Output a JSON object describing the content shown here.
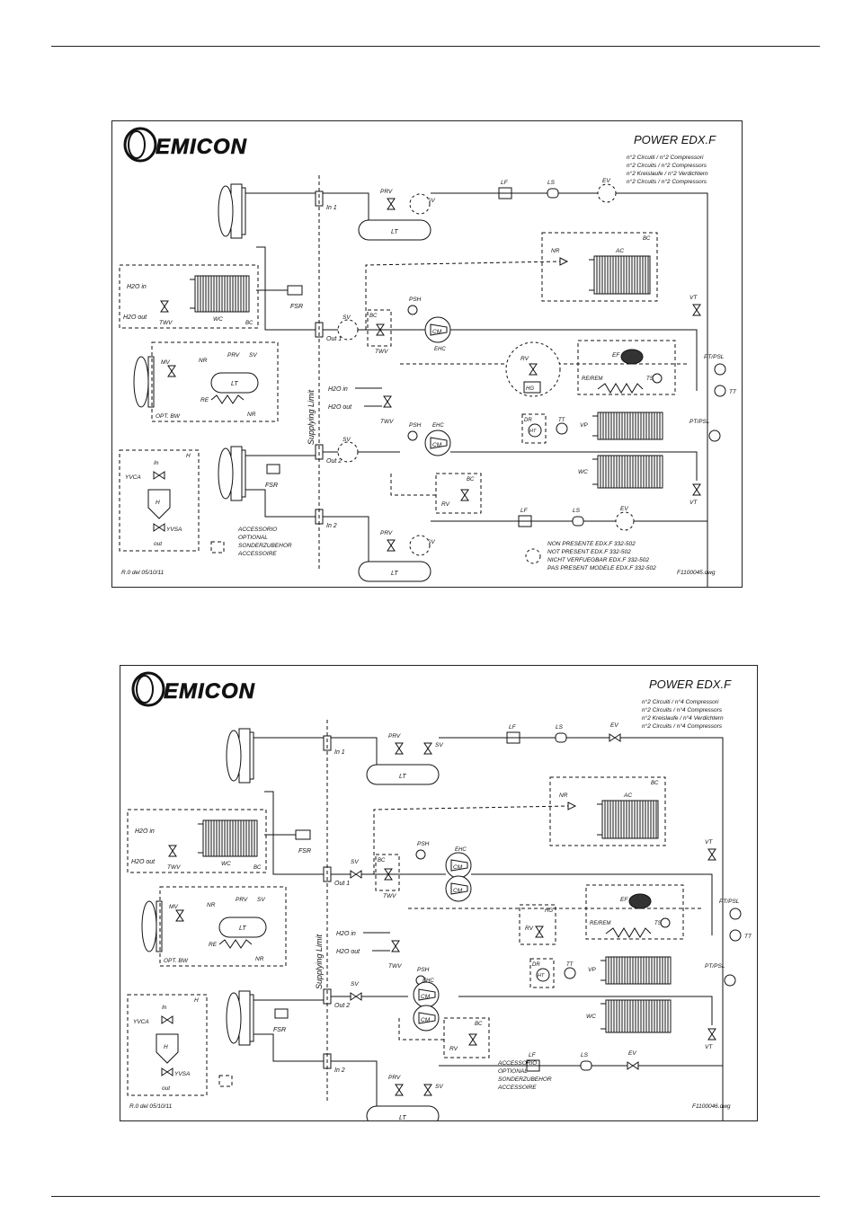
{
  "brand": "EMICON",
  "diagrams": [
    {
      "title": "POWER EDX.F",
      "info_lines": [
        "n°2 Circuiti / n°2 Compressori",
        "n°2 Circuits / n°2 Compressors",
        "n°2 Kreislaufe / n°2 Verdichtern",
        "n°2 Circuits / n°2 Compressors"
      ],
      "revision": "R.0 del 05/10/11",
      "file": "F1100045.dwg",
      "legend_accessory": [
        "ACCESSORIO",
        "OPTIONAL",
        "SONDERZUBEHOR",
        "ACCESSOIRE"
      ],
      "legend_not_present": [
        "NON PRESENTE EDX.F 332-502",
        "NOT PRESENT EDX.F 332-502",
        "NICHT VERFUEGBAR EDX.F 332-502",
        "PAS PRESENT MODELE EDX.F 332-502"
      ]
    },
    {
      "title": "POWER EDX.F",
      "info_lines": [
        "n°2 Circuiti / n°4 Compressori",
        "n°2 Circuits / n°4 Compressors",
        "n°2 Kreislaufe / n°4 Verdichtern",
        "n°2 Circuits / n°4 Compressors"
      ],
      "revision": "R.0 del 05/10/11",
      "file": "F1100046.dwg",
      "legend_accessory": [
        "ACCESSORIO",
        "OPTIONAL",
        "SONDERZUBEHOR",
        "ACCESSOIRE"
      ]
    }
  ],
  "labels": {
    "in1": "In 1",
    "in2": "In 2",
    "out1": "Out 1",
    "out2": "Out 2",
    "supplying_limit": "Supplying Limit",
    "prv": "PRV",
    "sv": "SV",
    "lt": "LT",
    "lf": "LF",
    "ls": "LS",
    "ev": "EV",
    "nr": "NR",
    "ac": "AC",
    "bc": "BC",
    "fsr": "FSR",
    "psh": "PSH",
    "cm": "CM",
    "ehc": "EHC",
    "twv": "TWV",
    "rv": "RV",
    "hg": "HG",
    "vt": "VT",
    "ef": "EF",
    "re_rem": "RE/REM",
    "ts": "TS",
    "pt_psl": "PT/PSL",
    "tt": "TT",
    "h2o_in": "H2O in",
    "h2o_out": "H2O out",
    "wc": "WC",
    "mv": "MV",
    "re": "RE",
    "opt_bw": "OPT. BW",
    "dr": "DR",
    "ht": "HT",
    "vp": "VP",
    "yvca": "YVCA",
    "yvsa": "YVSA",
    "h": "H",
    "in": "In",
    "out": "out"
  }
}
